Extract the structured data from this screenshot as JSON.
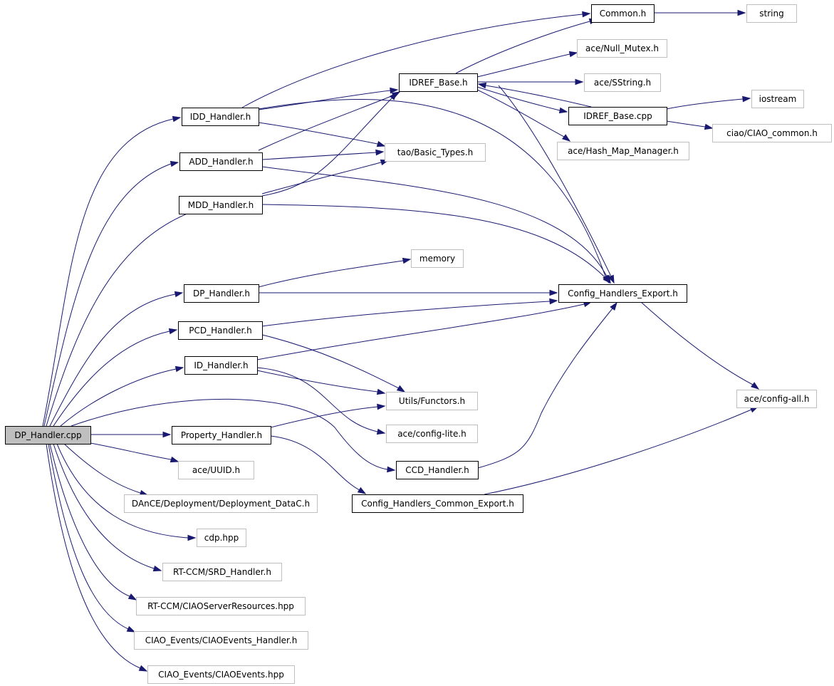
{
  "graph": {
    "title": "",
    "nodes": [
      {
        "id": "dp_handler_cpp",
        "label": "DP_Handler.cpp",
        "kind": "root"
      },
      {
        "id": "common_h",
        "label": "Common.h",
        "kind": "local"
      },
      {
        "id": "string",
        "label": "string",
        "kind": "external"
      },
      {
        "id": "null_mutex",
        "label": "ace/Null_Mutex.h",
        "kind": "external"
      },
      {
        "id": "idref_base_h",
        "label": "IDREF_Base.h",
        "kind": "local"
      },
      {
        "id": "sstring",
        "label": "ace/SString.h",
        "kind": "external"
      },
      {
        "id": "iostream",
        "label": "iostream",
        "kind": "external"
      },
      {
        "id": "idref_base_cpp",
        "label": "IDREF_Base.cpp",
        "kind": "local"
      },
      {
        "id": "ciao_common",
        "label": "ciao/CIAO_common.h",
        "kind": "external"
      },
      {
        "id": "idd_handler",
        "label": "IDD_Handler.h",
        "kind": "local"
      },
      {
        "id": "hash_map",
        "label": "ace/Hash_Map_Manager.h",
        "kind": "external"
      },
      {
        "id": "add_handler",
        "label": "ADD_Handler.h",
        "kind": "local"
      },
      {
        "id": "basic_types",
        "label": "tao/Basic_Types.h",
        "kind": "external"
      },
      {
        "id": "mdd_handler",
        "label": "MDD_Handler.h",
        "kind": "local"
      },
      {
        "id": "memory",
        "label": "memory",
        "kind": "external"
      },
      {
        "id": "dp_handler_h",
        "label": "DP_Handler.h",
        "kind": "local"
      },
      {
        "id": "cfg_export",
        "label": "Config_Handlers_Export.h",
        "kind": "local"
      },
      {
        "id": "pcd_handler",
        "label": "PCD_Handler.h",
        "kind": "local"
      },
      {
        "id": "id_handler",
        "label": "ID_Handler.h",
        "kind": "local"
      },
      {
        "id": "functors",
        "label": "Utils/Functors.h",
        "kind": "external"
      },
      {
        "id": "config_all",
        "label": "ace/config-all.h",
        "kind": "external"
      },
      {
        "id": "property_handler",
        "label": "Property_Handler.h",
        "kind": "local"
      },
      {
        "id": "config_lite",
        "label": "ace/config-lite.h",
        "kind": "external"
      },
      {
        "id": "ccd_handler",
        "label": "CCD_Handler.h",
        "kind": "local"
      },
      {
        "id": "uuid",
        "label": "ace/UUID.h",
        "kind": "external"
      },
      {
        "id": "cfg_common_export",
        "label": "Config_Handlers_Common_Export.h",
        "kind": "local"
      },
      {
        "id": "deployment_datac",
        "label": "DAnCE/Deployment/Deployment_DataC.h",
        "kind": "external"
      },
      {
        "id": "cdp",
        "label": "cdp.hpp",
        "kind": "external"
      },
      {
        "id": "srd_handler",
        "label": "RT-CCM/SRD_Handler.h",
        "kind": "external"
      },
      {
        "id": "server_resources",
        "label": "RT-CCM/CIAOServerResources.hpp",
        "kind": "external"
      },
      {
        "id": "events_handler",
        "label": "CIAO_Events/CIAOEvents_Handler.h",
        "kind": "external"
      },
      {
        "id": "ciao_events",
        "label": "CIAO_Events/CIAOEvents.hpp",
        "kind": "external"
      }
    ],
    "edges": [
      [
        "common_h",
        "string"
      ],
      [
        "idref_base_h",
        "common_h"
      ],
      [
        "idref_base_h",
        "null_mutex"
      ],
      [
        "idref_base_h",
        "sstring"
      ],
      [
        "idref_base_h",
        "idref_base_cpp"
      ],
      [
        "idref_base_h",
        "hash_map"
      ],
      [
        "idref_base_h",
        "cfg_export"
      ],
      [
        "idref_base_cpp",
        "idref_base_h"
      ],
      [
        "idref_base_cpp",
        "iostream"
      ],
      [
        "idref_base_cpp",
        "ciao_common"
      ],
      [
        "idd_handler",
        "common_h"
      ],
      [
        "idd_handler",
        "idref_base_h"
      ],
      [
        "idd_handler",
        "basic_types"
      ],
      [
        "idd_handler",
        "cfg_export"
      ],
      [
        "add_handler",
        "idref_base_h"
      ],
      [
        "add_handler",
        "basic_types"
      ],
      [
        "add_handler",
        "cfg_export"
      ],
      [
        "mdd_handler",
        "idref_base_h"
      ],
      [
        "mdd_handler",
        "basic_types"
      ],
      [
        "mdd_handler",
        "cfg_export"
      ],
      [
        "dp_handler_h",
        "memory"
      ],
      [
        "dp_handler_h",
        "cfg_export"
      ],
      [
        "pcd_handler",
        "cfg_export"
      ],
      [
        "pcd_handler",
        "functors"
      ],
      [
        "id_handler",
        "cfg_export"
      ],
      [
        "id_handler",
        "functors"
      ],
      [
        "id_handler",
        "config_lite"
      ],
      [
        "cfg_export",
        "config_all"
      ],
      [
        "property_handler",
        "functors"
      ],
      [
        "property_handler",
        "cfg_common_export"
      ],
      [
        "ccd_handler",
        "cfg_export"
      ],
      [
        "cfg_common_export",
        "config_all"
      ],
      [
        "dp_handler_cpp",
        "idd_handler"
      ],
      [
        "dp_handler_cpp",
        "add_handler"
      ],
      [
        "dp_handler_cpp",
        "mdd_handler"
      ],
      [
        "dp_handler_cpp",
        "dp_handler_h"
      ],
      [
        "dp_handler_cpp",
        "pcd_handler"
      ],
      [
        "dp_handler_cpp",
        "id_handler"
      ],
      [
        "dp_handler_cpp",
        "ccd_handler"
      ],
      [
        "dp_handler_cpp",
        "property_handler"
      ],
      [
        "dp_handler_cpp",
        "uuid"
      ],
      [
        "dp_handler_cpp",
        "deployment_datac"
      ],
      [
        "dp_handler_cpp",
        "cdp"
      ],
      [
        "dp_handler_cpp",
        "srd_handler"
      ],
      [
        "dp_handler_cpp",
        "server_resources"
      ],
      [
        "dp_handler_cpp",
        "events_handler"
      ],
      [
        "dp_handler_cpp",
        "ciao_events"
      ]
    ]
  },
  "colors": {
    "edge": "#191970",
    "root_fill": "#bfbfbf",
    "local_border": "#000000",
    "external_border": "#bfbfbf"
  }
}
